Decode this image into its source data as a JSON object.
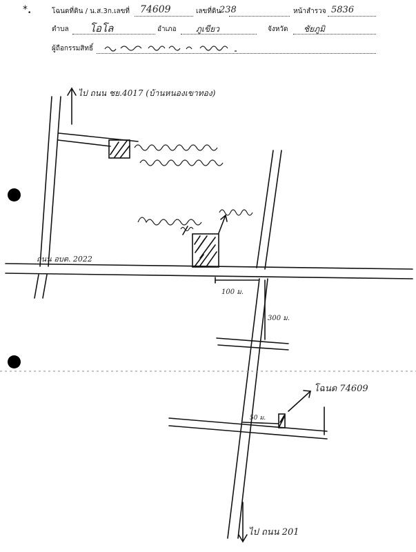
{
  "form": {
    "deed_label": "โฉนดที่ดิน / น.ส.3ก.เลขที่",
    "deed_no": "74609",
    "land_no_label": "เลขที่ดิน",
    "land_no": "238",
    "survey_page_label": "หน้าสำรวจ",
    "survey_page": "5836",
    "tambon_label": "ตำบล",
    "tambon": "โอโล",
    "amphoe_label": "อำเภอ",
    "amphoe": "ภูเขียว",
    "province_label": "จังหวัด",
    "province": "ชัยภูมิ",
    "owner_label": "ผู้ถือกรรมสิทธิ์"
  },
  "map": {
    "road_north": "ไป ถนน ชย.4017 (บ้านหนองเขาทอง)",
    "road_east_west": "ถนน อบต. 2022",
    "road_south": "ไป ถนน 201",
    "scale_100": "100 ม.",
    "scale_300": "300 ม.",
    "scale_50": "50 ม.",
    "parcel": "โฉนด 74609"
  },
  "colors": {
    "ink": "#111111",
    "paper": "#ffffff"
  }
}
